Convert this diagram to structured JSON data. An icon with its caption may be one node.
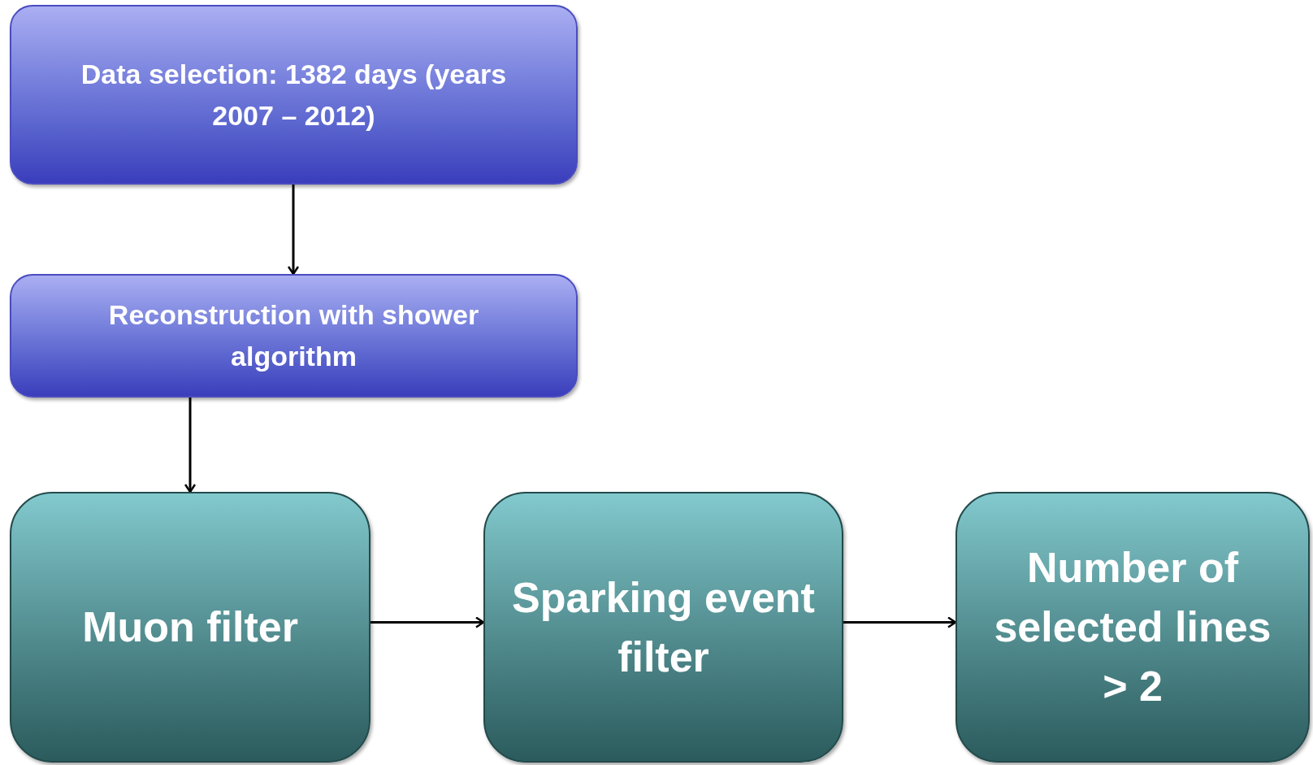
{
  "diagram": {
    "nodes": [
      {
        "text": [
          "Data selection: 1382 days (years 2007 – 2012)"
        ]
      },
      {
        "text": [
          "Reconstruction with shower algorithm"
        ]
      },
      {
        "text": [
          "Muon filter"
        ]
      },
      {
        "text": [
          "Sparking event filter"
        ]
      },
      {
        "text": [
          "Number of selected lines > 2"
        ]
      }
    ],
    "edges": [
      {
        "from": 0,
        "to": 1,
        "arrow": "to"
      },
      {
        "from": 1,
        "to": 2,
        "arrow": "to"
      },
      {
        "from": 2,
        "to": 3,
        "arrow": "to"
      },
      {
        "from": 3,
        "to": 4,
        "arrow": "to"
      }
    ]
  }
}
